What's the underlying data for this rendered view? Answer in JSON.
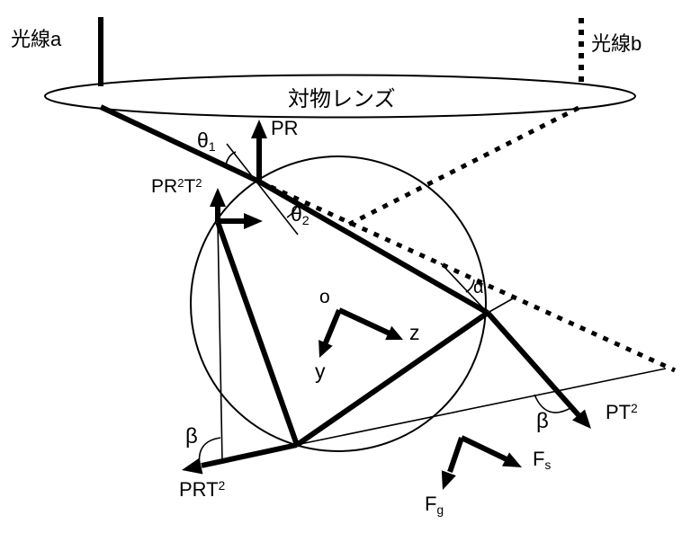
{
  "figure": {
    "background": "#ffffff",
    "ink_color": "#000000",
    "labels": {
      "ray_a": "光線a",
      "ray_b": "光線b",
      "lens": "対物レンズ",
      "pr": "PR",
      "theta1": {
        "base": "θ",
        "sub": "1"
      },
      "theta2": {
        "base": "θ",
        "sub": "2"
      },
      "pr2t2": {
        "p1": "PR",
        "s1": "2",
        "p2": "T",
        "s2": "2"
      },
      "alpha": "α",
      "axis_origin": "o",
      "axis_z": "z",
      "axis_y": "y",
      "beta_left": "β",
      "beta_right": "β",
      "pt2": {
        "p1": "PT",
        "s1": "2"
      },
      "prt2": {
        "p1": "PRT",
        "s1": "2"
      },
      "f_s": {
        "base": "F",
        "sub": "s"
      },
      "f_g": {
        "base": "F",
        "sub": "g"
      }
    }
  }
}
